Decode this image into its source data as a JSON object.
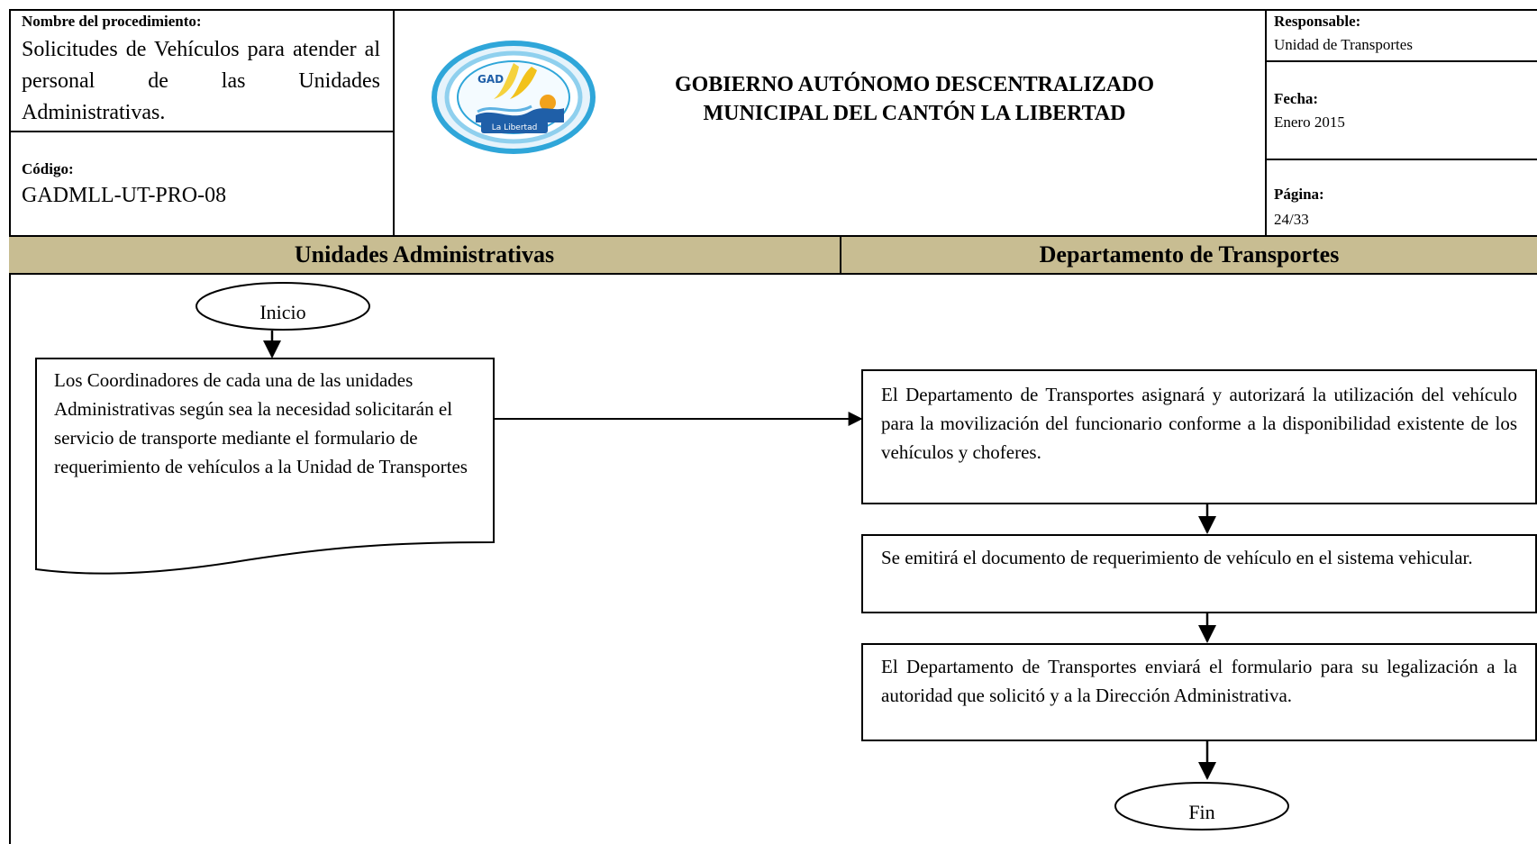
{
  "header": {
    "procedure_label": "Nombre del procedimiento:",
    "procedure_name": "Solicitudes de Vehículos para atender al personal de las Unidades Administrativas.",
    "code_label": "Código:",
    "code_value": "GADMLL-UT-PRO-08",
    "logo_text_top": "GAD",
    "logo_text_bottom": "La Libertad",
    "title_line1": "GOBIERNO AUTÓNOMO DESCENTRALIZADO",
    "title_line2": "MUNICIPAL DEL CANTÓN LA LIBERTAD",
    "responsible_label": "Responsable:",
    "responsible_value": "Unidad de Transportes",
    "date_label": "Fecha:",
    "date_value": "Enero 2015",
    "page_label": "Página:",
    "page_value": "24/33"
  },
  "lanes": {
    "left": "Unidades Administrativas",
    "right": "Departamento de Transportes"
  },
  "flow": {
    "start": "Inicio",
    "document_step": "Los Coordinadores de cada una de las unidades Administrativas según sea la necesidad solicitarán el servicio de transporte mediante el formulario de requerimiento de vehículos a la Unidad de Transportes",
    "step1": "El Departamento de Transportes asignará y autorizará la utilización del vehículo para la movilización del funcionario conforme a la disponibilidad existente de los vehículos y choferes.",
    "step2": "Se emitirá el documento de requerimiento de vehículo en el sistema vehicular.",
    "step3": "El Departamento de Transportes enviará el formulario para su legalización a la autoridad que solicitó y a la Dirección Administrativa.",
    "end": "Fin"
  },
  "colors": {
    "lane_header_bg": "#c8bd92",
    "logo_ring": "#2fa6d9",
    "logo_wing": "#f2c21b",
    "logo_wave": "#1f5fa8"
  }
}
